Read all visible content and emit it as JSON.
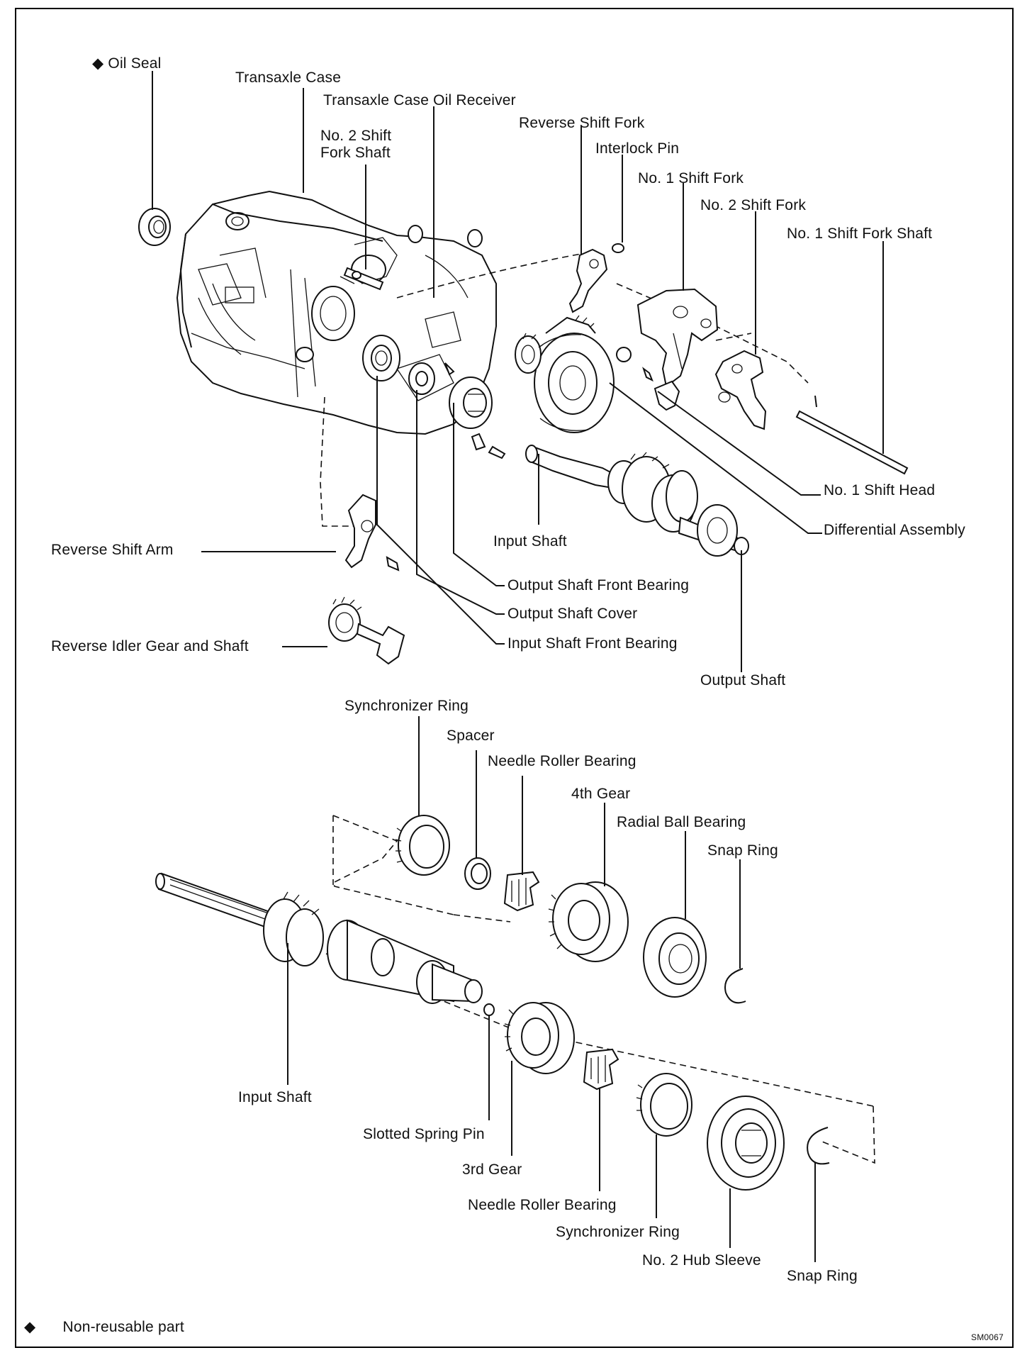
{
  "diagram": {
    "labels": {
      "oil_seal": "Oil Seal",
      "transaxle_case": "Transaxle Case",
      "oil_receiver": "Transaxle Case Oil Receiver",
      "no2_shift_fork_shaft": "No. 2 Shift\nFork Shaft",
      "reverse_shift_fork": "Reverse Shift Fork",
      "interlock_pin": "Interlock Pin",
      "no1_shift_fork": "No. 1 Shift Fork",
      "no2_shift_fork": "No. 2 Shift Fork",
      "no1_shift_fork_shaft": "No. 1 Shift Fork Shaft",
      "no1_shift_head": "No. 1 Shift Head",
      "differential_assembly": "Differential Assembly",
      "input_shaft_top": "Input Shaft",
      "reverse_shift_arm": "Reverse Shift Arm",
      "output_shaft_front_bearing": "Output Shaft Front Bearing",
      "output_shaft_cover": "Output Shaft Cover",
      "input_shaft_front_bearing": "Input Shaft Front Bearing",
      "reverse_idler_gear": "Reverse Idler Gear and Shaft",
      "output_shaft": "Output Shaft",
      "synchronizer_ring_top": "Synchronizer Ring",
      "spacer": "Spacer",
      "needle_roller_bearing_top": "Needle Roller Bearing",
      "fourth_gear": "4th Gear",
      "radial_ball_bearing": "Radial Ball Bearing",
      "snap_ring_top": "Snap Ring",
      "input_shaft_bottom": "Input Shaft",
      "slotted_spring_pin": "Slotted Spring Pin",
      "third_gear": "3rd Gear",
      "needle_roller_bearing_bottom": "Needle Roller Bearing",
      "synchronizer_ring_bottom": "Synchronizer Ring",
      "no2_hub_sleeve": "No. 2 Hub Sleeve",
      "snap_ring_bottom": "Snap Ring"
    },
    "non_reusable_marker": "◆",
    "legend": {
      "symbol": "◆",
      "text": "Non-reusable part"
    },
    "figure_code": "SM0067"
  }
}
